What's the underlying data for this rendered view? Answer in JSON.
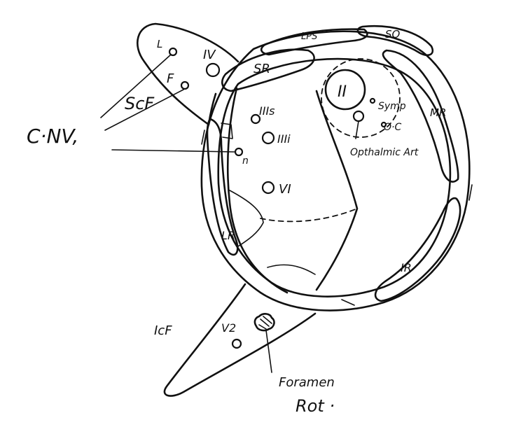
{
  "labels": {
    "cnv": "C·NV,",
    "scf": "ScF",
    "l": "L",
    "f": "F",
    "iv": "IV",
    "sr": "SR",
    "lps": "LPS",
    "so": "SO",
    "ii": "II",
    "iii_s": "IIIs",
    "iii_i": "IIIi",
    "n": "n",
    "vi": "VI",
    "symp": "Symp",
    "mr": "MR",
    "oc": "O·C",
    "opthalmic_art": "Opthalmic Art",
    "lr": "LR",
    "ir": "IR",
    "icf": "IcF",
    "v2": "V2",
    "foramen": "Foramen",
    "rot": "Rot ·"
  }
}
